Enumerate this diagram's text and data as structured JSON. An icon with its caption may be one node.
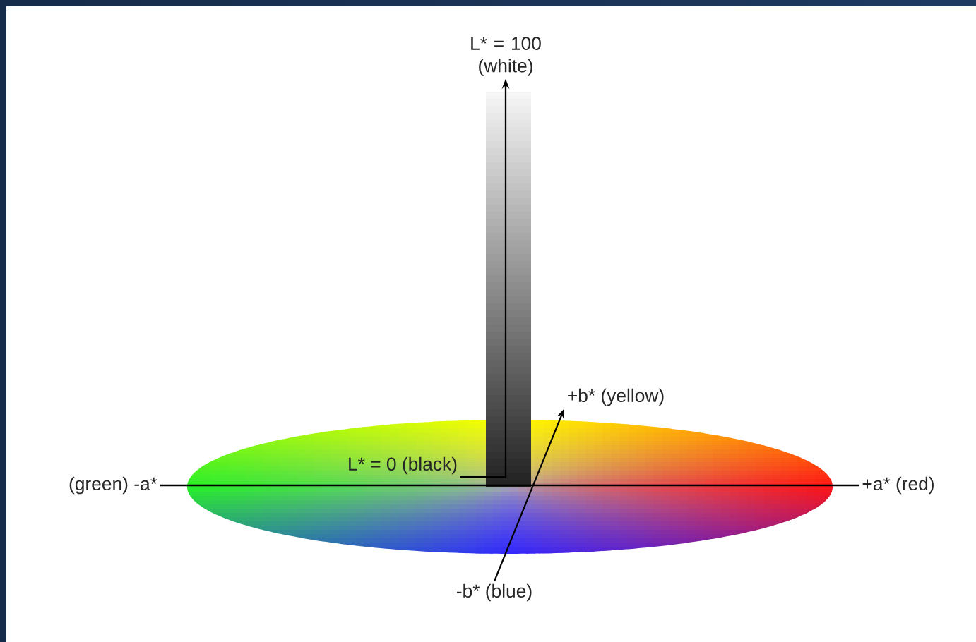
{
  "diagram": {
    "nodes": [
      {
        "text": [
          "L* = 100 (white)"
        ]
      },
      {
        "text": [
          "+b* (yellow)"
        ]
      },
      {
        "text": [
          "L* = 0 (black)"
        ]
      },
      {
        "text": [
          "(green) -a*"
        ]
      },
      {
        "text": [
          "+a* (red)"
        ]
      },
      {
        "text": [
          "-b* (blue)"
        ]
      }
    ],
    "edges": [
      {
        "from": 2,
        "to": 0,
        "arrow": "to"
      },
      {
        "from": 3,
        "to": 4,
        "arrow": "none"
      },
      {
        "from": 5,
        "to": 1,
        "arrow": "to"
      }
    ]
  }
}
